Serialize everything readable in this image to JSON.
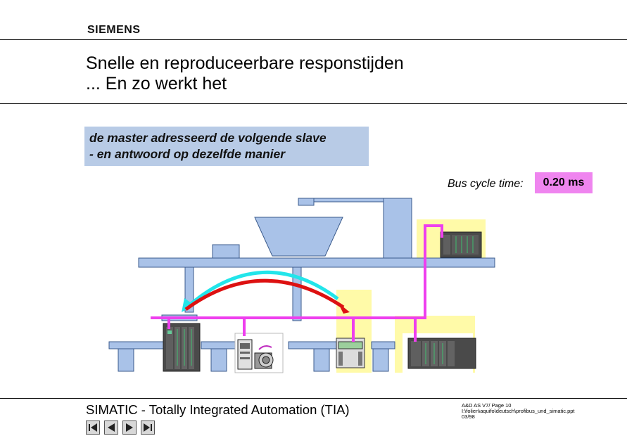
{
  "header": {
    "logo": "SIEMENS",
    "title_line1": "Snelle en reproduceerbare responstijden",
    "title_line2": "... En zo werkt het"
  },
  "info": {
    "line1": "de master adresseerd de volgende slave",
    "line2": "- en antwoord op dezelfde manier"
  },
  "bus_cycle": {
    "label": "Bus cycle time:",
    "value": "0.20 ms"
  },
  "footer": {
    "title": "SIMATIC - Totally Integrated Automation (TIA)",
    "meta_line1": "A&D AS V7/  Page  10",
    "meta_line2": "I:\\folien\\aquifo\\deutsch\\profibus_und_simatic.ppt",
    "meta_line3": "03/98"
  },
  "navigation": [
    "first-slide-icon",
    "previous-slide-icon",
    "next-slide-icon",
    "last-slide-icon"
  ],
  "colors": {
    "machine_blue": "#a9c2e8",
    "bus_magenta": "#ee3fee",
    "highlight_yellow": "#fffaa8",
    "arrow_cyan": "#22e5ea",
    "arrow_red": "#dd1111",
    "plc_gray": "#4a4a4a",
    "info_box": "#b8cbe6",
    "bus_value_bg": "#ef85ef"
  }
}
